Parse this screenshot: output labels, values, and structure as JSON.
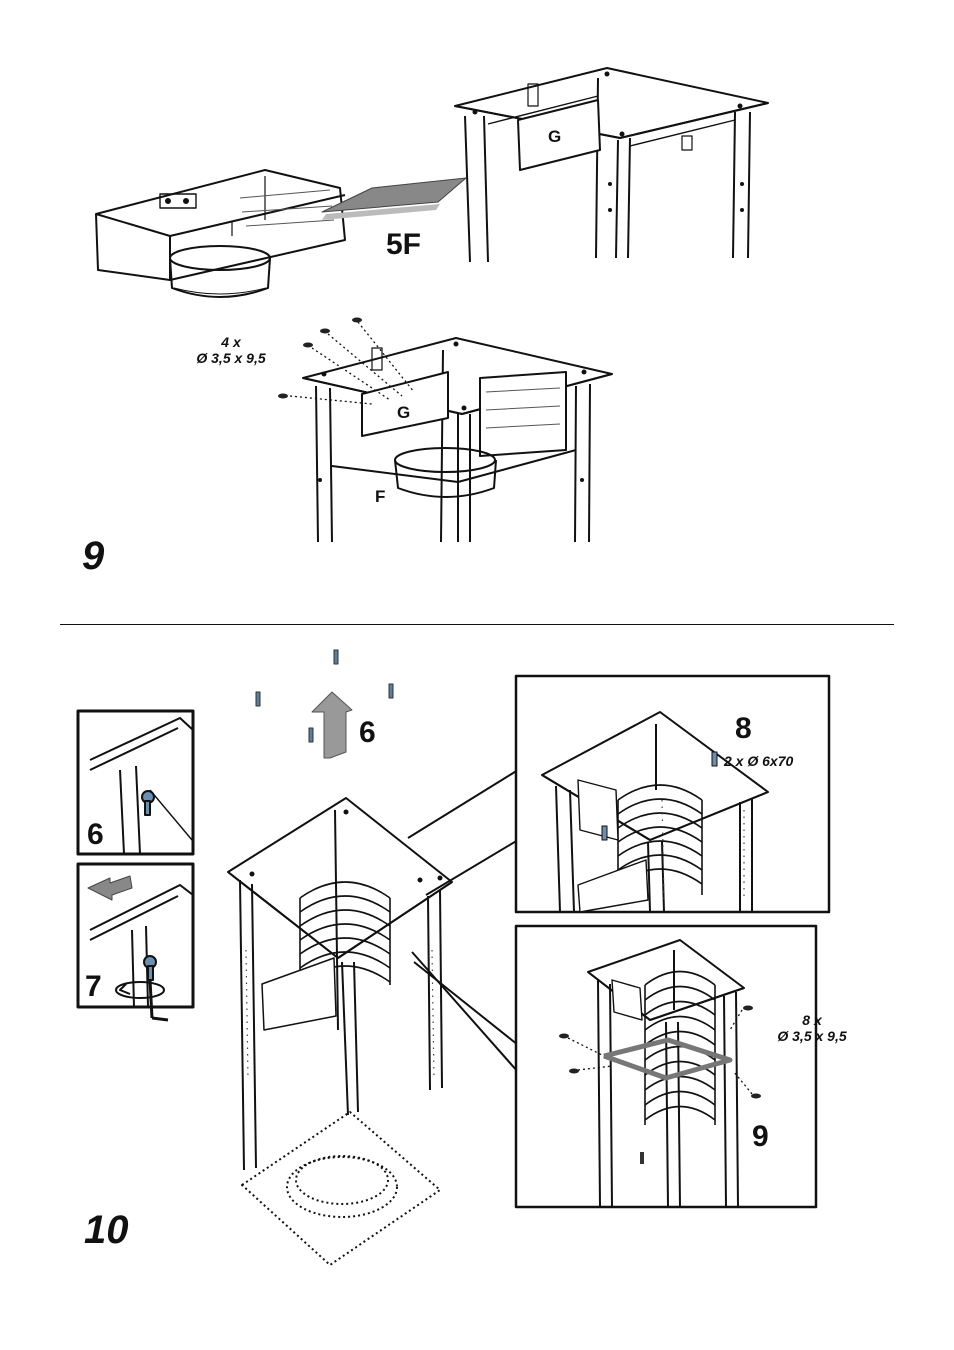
{
  "figure9": {
    "step_number": "9",
    "label_5f": "5F",
    "label_g_top": "G",
    "label_g_bottom": "G",
    "label_f": "F",
    "screws_line1": "4 x",
    "screws_line2": "Ø 3,5 x 9,5"
  },
  "figure10": {
    "step_number": "10",
    "label_6_main": "6",
    "inset6_label": "6",
    "inset7_label": "7",
    "inset8_label": "8",
    "inset8_spec": "2 x Ø 6x70",
    "inset9_label": "9",
    "inset9_spec_line1": "8 x",
    "inset9_spec_line2": "Ø 3,5 x 9,5"
  }
}
